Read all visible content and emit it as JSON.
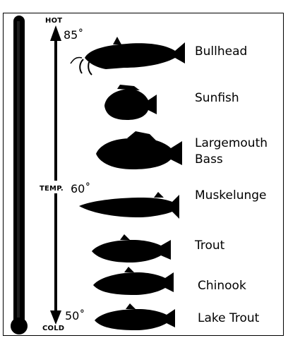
{
  "scale": {
    "hot_label": "HOT",
    "temp_label": "TEMP.",
    "cold_label": "COLD",
    "temps": [
      {
        "value": "85˚"
      },
      {
        "value": "60˚"
      },
      {
        "value": "50˚"
      }
    ]
  },
  "fish": [
    {
      "name": "Bullhead"
    },
    {
      "name": "Sunfish"
    },
    {
      "name": "Largemouth\nBass"
    },
    {
      "name": "Muskelunge"
    },
    {
      "name": "Trout"
    },
    {
      "name": "Chinook"
    },
    {
      "name": "Lake Trout"
    }
  ],
  "colors": {
    "ink": "#000000",
    "background": "#ffffff"
  },
  "icons": [
    "thermometer-icon",
    "temperature-arrow-icon",
    "fish-silhouette-icon"
  ]
}
